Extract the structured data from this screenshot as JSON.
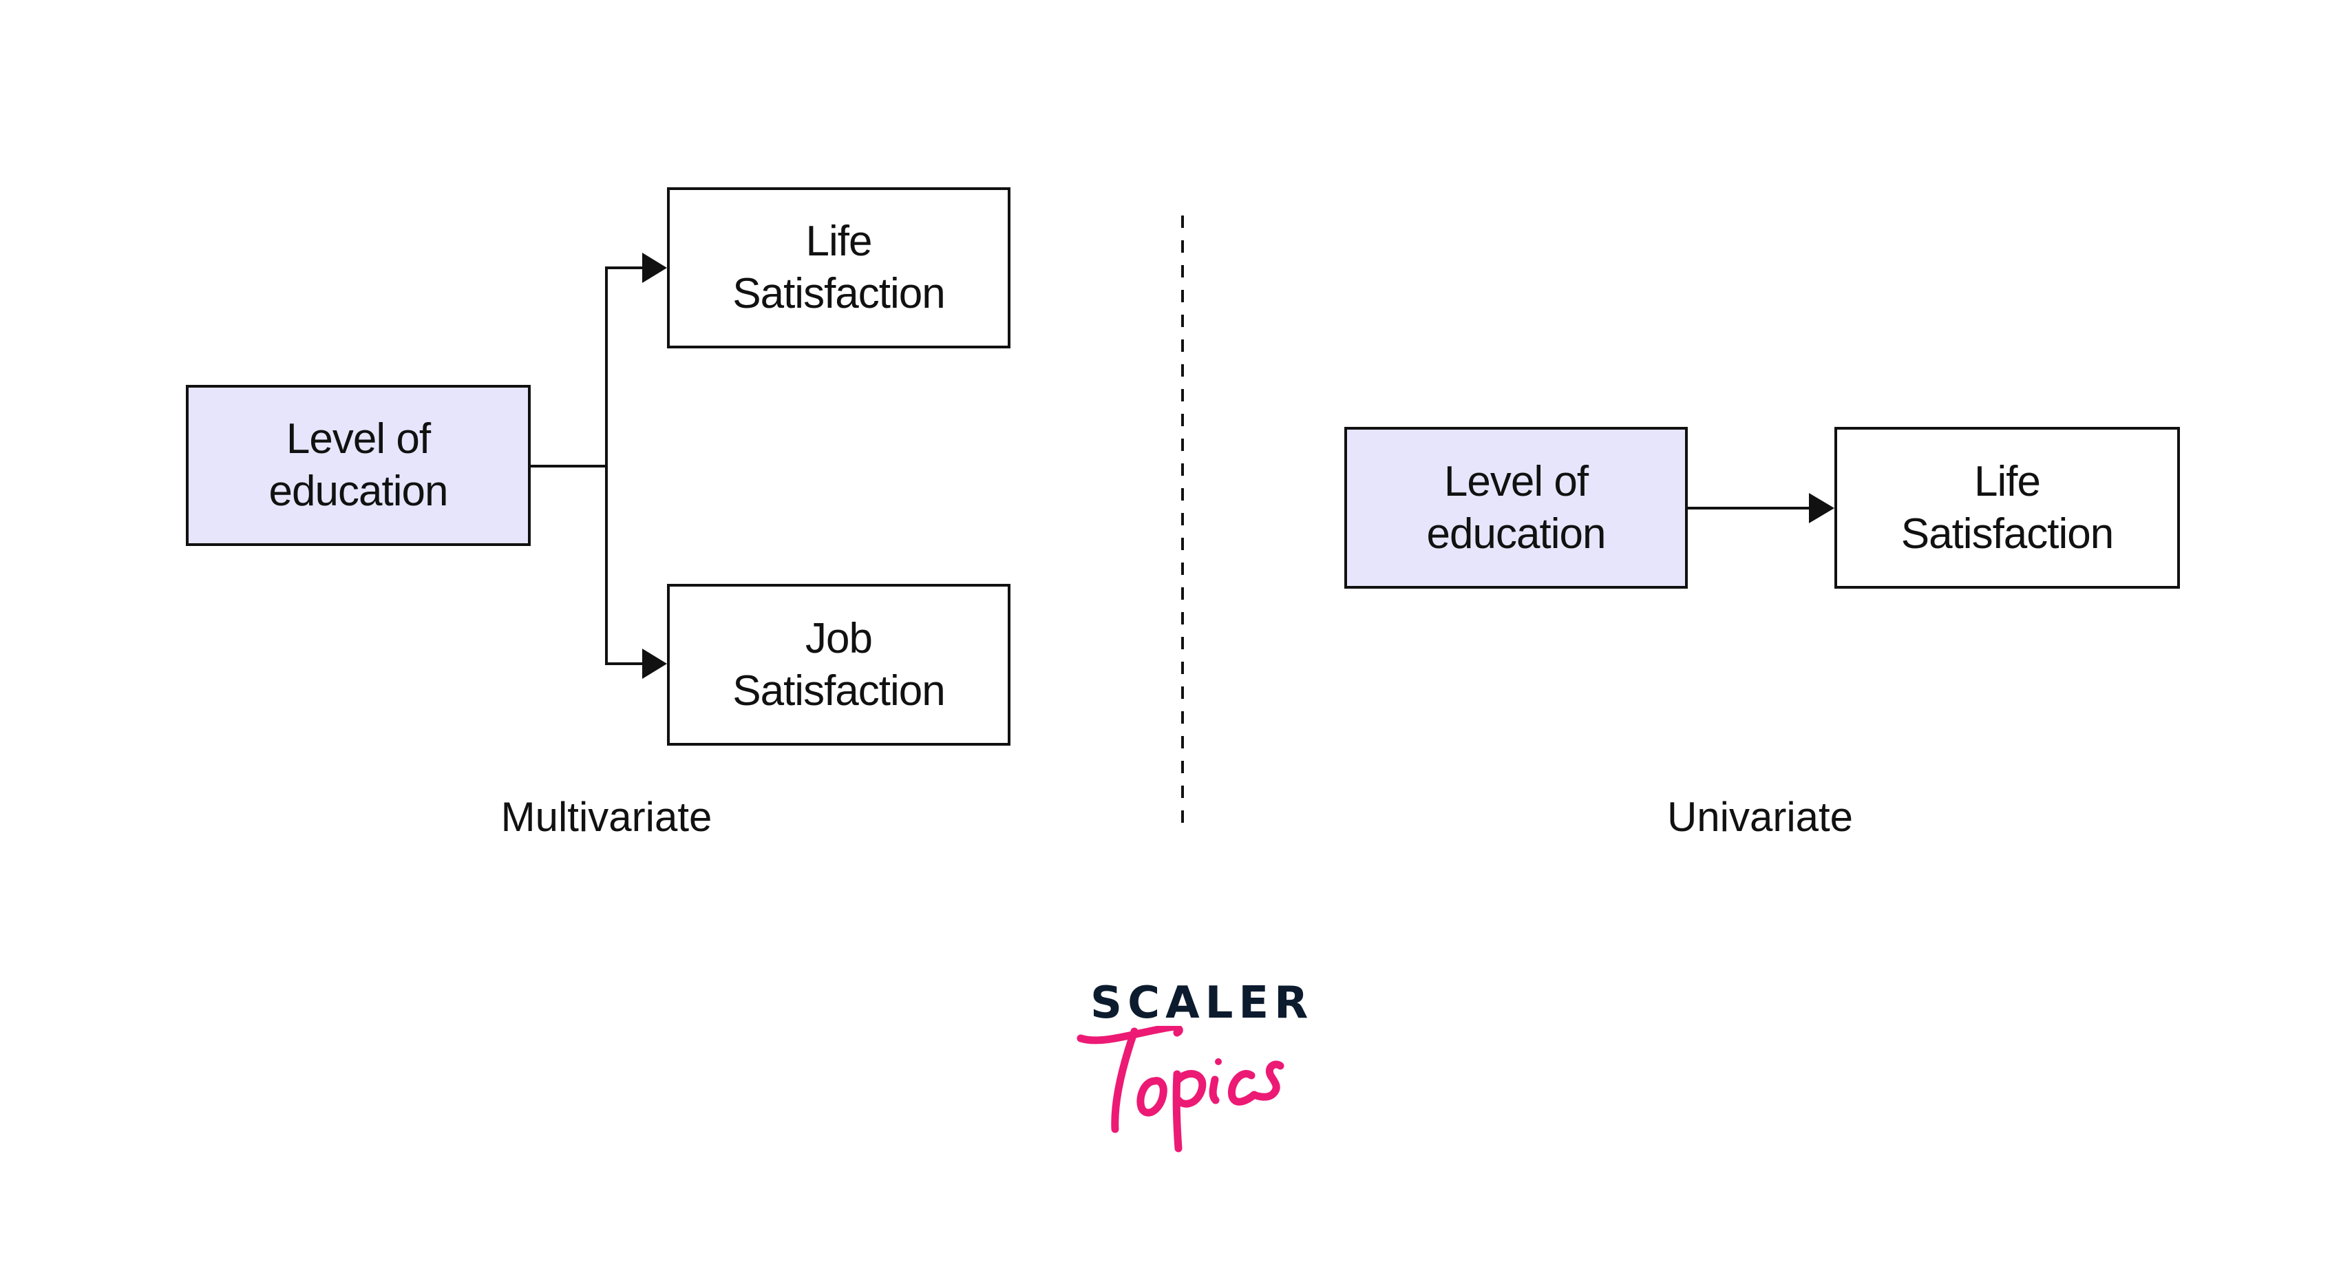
{
  "diagram": {
    "multivariate": {
      "caption": "Multivariate",
      "source": {
        "line1": "Level of",
        "line2": "education"
      },
      "targets": [
        {
          "line1": "Life",
          "line2": "Satisfaction"
        },
        {
          "line1": "Job",
          "line2": "Satisfaction"
        }
      ]
    },
    "univariate": {
      "caption": "Univariate",
      "source": {
        "line1": "Level of",
        "line2": "education"
      },
      "target": {
        "line1": "Life",
        "line2": "Satisfaction"
      }
    },
    "colors": {
      "source_fill": "#e6e5fb",
      "target_fill": "#ffffff",
      "stroke": "#111111"
    }
  },
  "logo": {
    "brand": "SCALER",
    "product": "Topics",
    "brand_color": "#0d1b2e",
    "product_color": "#ec1a74"
  }
}
